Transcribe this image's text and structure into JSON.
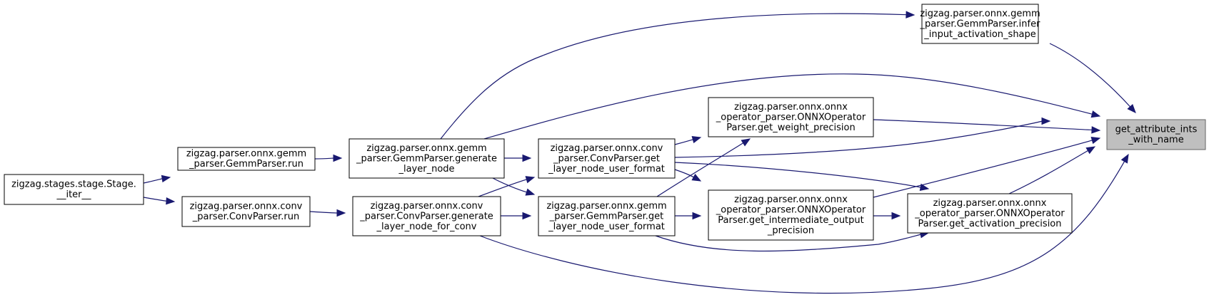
{
  "graph": {
    "nodes": [
      {
        "id": "n0",
        "name": "node-get-attribute-ints-with-name",
        "root": true,
        "lines": [
          "get_attribute_ints",
          "_with_name"
        ]
      },
      {
        "id": "n1",
        "name": "node-gemm-parser-infer-input-activation-shape",
        "lines": [
          "zigzag.parser.onnx.gemm",
          "_parser.GemmParser.infer",
          "_input_activation_shape"
        ]
      },
      {
        "id": "n2",
        "name": "node-onnx-operator-parser-get-weight-precision",
        "lines": [
          "zigzag.parser.onnx.onnx",
          "_operator_parser.ONNXOperator",
          "Parser.get_weight_precision"
        ]
      },
      {
        "id": "n3",
        "name": "node-gemm-parser-generate-layer-node",
        "lines": [
          "zigzag.parser.onnx.gemm",
          "_parser.GemmParser.generate",
          "_layer_node"
        ]
      },
      {
        "id": "n4",
        "name": "node-conv-parser-get-layer-node-user-format",
        "lines": [
          "zigzag.parser.onnx.conv",
          "_parser.ConvParser.get",
          "_layer_node_user_format"
        ]
      },
      {
        "id": "n5",
        "name": "node-gemm-parser-run",
        "lines": [
          "zigzag.parser.onnx.gemm",
          "_parser.GemmParser.run"
        ]
      },
      {
        "id": "n6",
        "name": "node-stage-iter",
        "lines": [
          "zigzag.stages.stage.Stage.",
          "__iter__"
        ]
      },
      {
        "id": "n7",
        "name": "node-conv-parser-run",
        "lines": [
          "zigzag.parser.onnx.conv",
          "_parser.ConvParser.run"
        ]
      },
      {
        "id": "n8",
        "name": "node-conv-parser-generate-layer-node-for-conv",
        "lines": [
          "zigzag.parser.onnx.conv",
          "_parser.ConvParser.generate",
          "_layer_node_for_conv"
        ]
      },
      {
        "id": "n9",
        "name": "node-gemm-parser-get-layer-node-user-format",
        "lines": [
          "zigzag.parser.onnx.gemm",
          "_parser.GemmParser.get",
          "_layer_node_user_format"
        ]
      },
      {
        "id": "n10",
        "name": "node-onnx-operator-parser-get-intermediate-output-precision",
        "lines": [
          "zigzag.parser.onnx.onnx",
          "_operator_parser.ONNXOperator",
          "Parser.get_intermediate_output",
          "_precision"
        ]
      },
      {
        "id": "n11",
        "name": "node-onnx-operator-parser-get-activation-precision",
        "lines": [
          "zigzag.parser.onnx.onnx",
          "_operator_parser.ONNXOperator",
          "Parser.get_activation_precision"
        ]
      }
    ],
    "edges": [
      {
        "from": "n3",
        "to": "n1"
      },
      {
        "from": "n3",
        "to": "n0"
      },
      {
        "from": "n2",
        "to": "n0"
      },
      {
        "from": "n4",
        "to": "n0"
      },
      {
        "from": "n10",
        "to": "n0"
      },
      {
        "from": "n11",
        "to": "n0"
      },
      {
        "from": "n8",
        "to": "n0"
      },
      {
        "from": "n1",
        "to": "n0"
      },
      {
        "from": "n4",
        "to": "n2"
      },
      {
        "from": "n9",
        "to": "n2"
      },
      {
        "from": "n4",
        "to": "n10"
      },
      {
        "from": "n9",
        "to": "n10"
      },
      {
        "from": "n4",
        "to": "n11"
      },
      {
        "from": "n9",
        "to": "n11"
      },
      {
        "from": "n10",
        "to": "n11"
      },
      {
        "from": "n3",
        "to": "n4"
      },
      {
        "from": "n3",
        "to": "n9"
      },
      {
        "from": "n8",
        "to": "n4"
      },
      {
        "from": "n8",
        "to": "n9"
      },
      {
        "from": "n5",
        "to": "n3"
      },
      {
        "from": "n7",
        "to": "n8"
      },
      {
        "from": "n6",
        "to": "n5"
      },
      {
        "from": "n6",
        "to": "n7"
      }
    ]
  }
}
